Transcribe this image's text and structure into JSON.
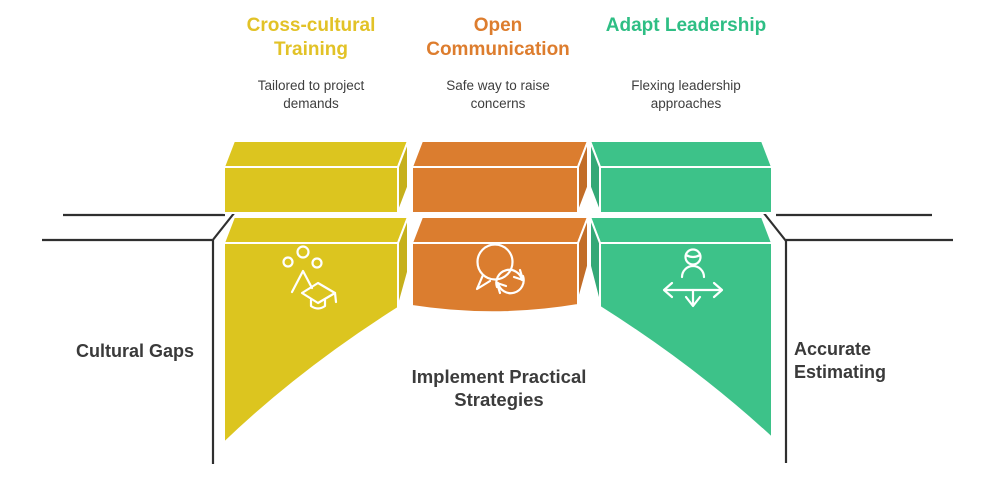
{
  "diagram": {
    "title_hint": "bridge-over-gap infographic",
    "columns": [
      {
        "title": "Cross-cultural Training",
        "subtitle": "Tailored to project demands",
        "block_color": "#dcc51f",
        "block_side_color": "#c6b01c",
        "title_color": "#e2c227",
        "icon": "graduation-training-icon"
      },
      {
        "title": "Open Communication",
        "subtitle": "Safe way to raise concerns",
        "block_color": "#db7d2f",
        "block_side_color": "#c26d28",
        "title_color": "#dd7d2e",
        "icon": "speech-bubble-refresh-icon"
      },
      {
        "title": "Adapt Leadership",
        "subtitle": "Flexing leadership approaches",
        "block_color": "#3dc289",
        "block_side_color": "#34a877",
        "title_color": "#2ebe84",
        "icon": "flexible-person-arrows-icon"
      }
    ],
    "bridge": {
      "left_label": "Cultural Gaps",
      "right_label": "Accurate Estimating",
      "center_label": "Implement Practical Strategies",
      "text_color": "#3c3c3c",
      "cliff_line_color": "#2f2f2f"
    }
  }
}
